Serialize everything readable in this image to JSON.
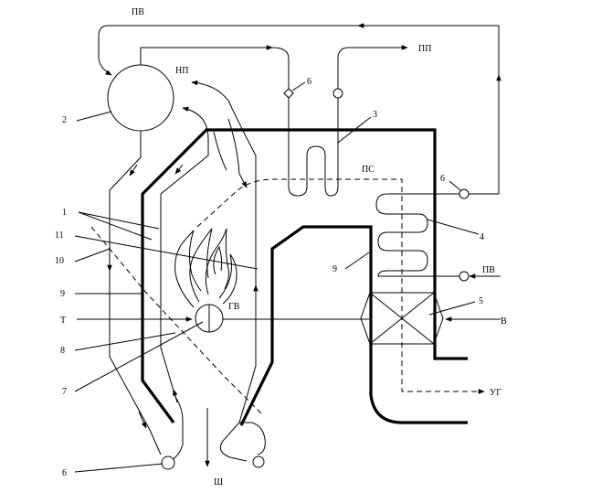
{
  "labels": {
    "pv_top": "ПВ",
    "np": "НП",
    "pp": "ПП",
    "ps": "ПС",
    "gv": "ГВ",
    "pv_right": "ПВ",
    "v": "В",
    "ug": "УГ",
    "sh": "Ш",
    "t": "Т"
  },
  "numbers": {
    "n2": "2",
    "n6_top": "6",
    "n3": "3",
    "n6_right": "6",
    "n1": "1",
    "n11": "11",
    "n10": "10",
    "n9_left": "9",
    "n8": "8",
    "n7": "7",
    "n6_bottom": "6",
    "n9_mid": "9",
    "n4": "4",
    "n5": "5"
  }
}
